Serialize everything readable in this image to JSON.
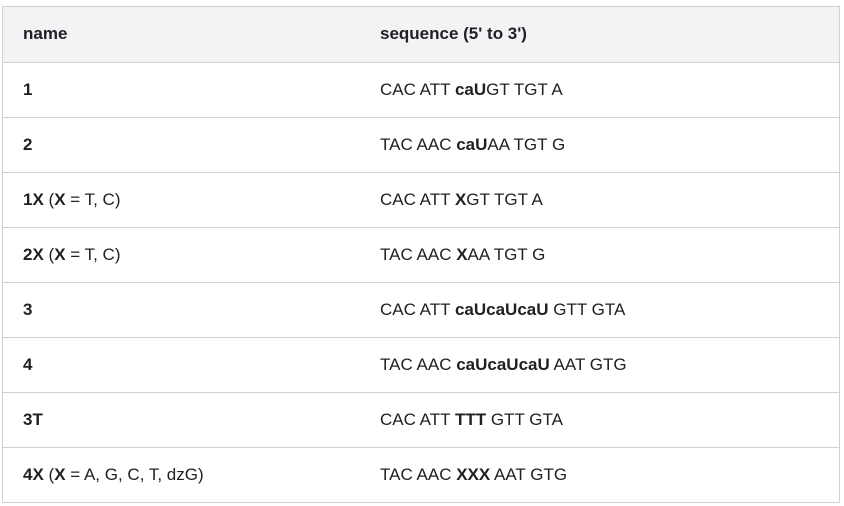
{
  "table": {
    "headers": {
      "name": "name",
      "sequence": "sequence (5' to 3')"
    },
    "rows": [
      {
        "name": [
          {
            "t": "1",
            "b": true
          }
        ],
        "sequence": [
          {
            "t": "CAC ATT ",
            "b": false
          },
          {
            "t": "caU",
            "b": true
          },
          {
            "t": "GT TGT A",
            "b": false
          }
        ]
      },
      {
        "name": [
          {
            "t": "2",
            "b": true
          }
        ],
        "sequence": [
          {
            "t": "TAC AAC ",
            "b": false
          },
          {
            "t": "caU",
            "b": true
          },
          {
            "t": "AA TGT G",
            "b": false
          }
        ]
      },
      {
        "name": [
          {
            "t": "1X",
            "b": true
          },
          {
            "t": " (",
            "b": false
          },
          {
            "t": "X",
            "b": true
          },
          {
            "t": " = T, C)",
            "b": false
          }
        ],
        "sequence": [
          {
            "t": "CAC ATT ",
            "b": false
          },
          {
            "t": "X",
            "b": true
          },
          {
            "t": "GT TGT A",
            "b": false
          }
        ]
      },
      {
        "name": [
          {
            "t": "2X",
            "b": true
          },
          {
            "t": " (",
            "b": false
          },
          {
            "t": "X",
            "b": true
          },
          {
            "t": " = T, C)",
            "b": false
          }
        ],
        "sequence": [
          {
            "t": "TAC AAC ",
            "b": false
          },
          {
            "t": "X",
            "b": true
          },
          {
            "t": "AA TGT G",
            "b": false
          }
        ]
      },
      {
        "name": [
          {
            "t": "3",
            "b": true
          }
        ],
        "sequence": [
          {
            "t": "CAC ATT ",
            "b": false
          },
          {
            "t": "caUcaUcaU",
            "b": true
          },
          {
            "t": " GTT GTA",
            "b": false
          }
        ]
      },
      {
        "name": [
          {
            "t": "4",
            "b": true
          }
        ],
        "sequence": [
          {
            "t": "TAC AAC ",
            "b": false
          },
          {
            "t": "caUcaUcaU",
            "b": true
          },
          {
            "t": " AAT GTG",
            "b": false
          }
        ]
      },
      {
        "name": [
          {
            "t": "3T",
            "b": true
          }
        ],
        "sequence": [
          {
            "t": "CAC ATT ",
            "b": false
          },
          {
            "t": "TTT",
            "b": true
          },
          {
            "t": " GTT GTA",
            "b": false
          }
        ]
      },
      {
        "name": [
          {
            "t": "4X",
            "b": true
          },
          {
            "t": " (",
            "b": false
          },
          {
            "t": "X",
            "b": true
          },
          {
            "t": " = A, G, C, T, dzG)",
            "b": false
          }
        ],
        "sequence": [
          {
            "t": "TAC AAC ",
            "b": false
          },
          {
            "t": "XXX",
            "b": true
          },
          {
            "t": " AAT GTG",
            "b": false
          }
        ]
      }
    ]
  }
}
